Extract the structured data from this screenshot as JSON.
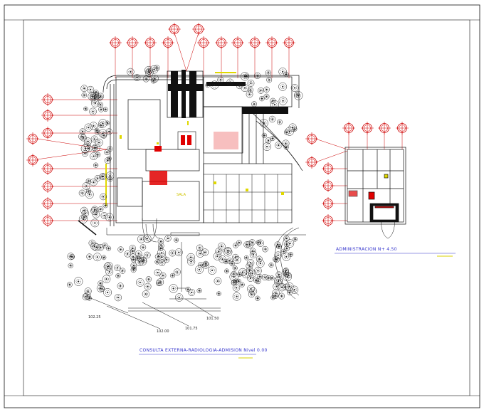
{
  "drawing": {
    "main_title": "CONSULTA EXTERNA-RADIOLOGIA-ADMISION Nivel 0.00",
    "admin_title": "ADMINISTRACION N+ 4.50",
    "elevations": [
      "102.25",
      "102.00",
      "101.75",
      "101.50"
    ],
    "center_tag": "SALA",
    "colors": {
      "line": "#111111",
      "grid": "#cc0000",
      "dim": "#3333cc",
      "accent": "#e00000",
      "yellow": "#d8d000",
      "tree": "#222222"
    }
  }
}
